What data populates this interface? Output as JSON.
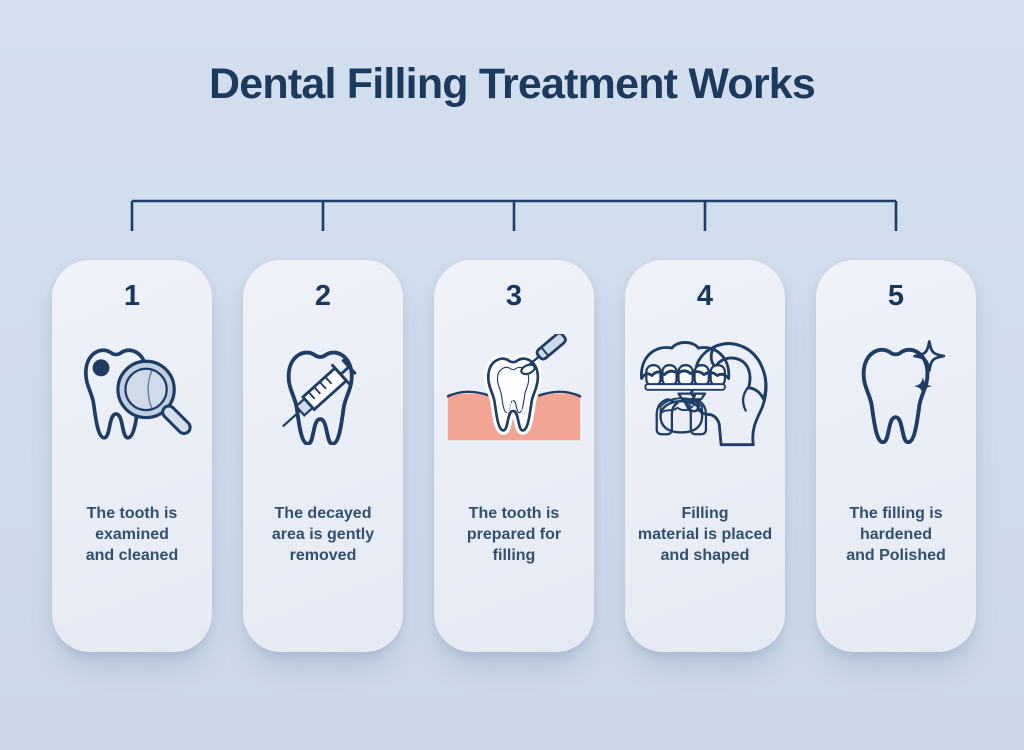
{
  "title": "Dental Filling Treatment Works",
  "steps": [
    {
      "number": "1",
      "icon": "tooth-magnifier-icon",
      "description": "The tooth is\nexamined\nand cleaned"
    },
    {
      "number": "2",
      "icon": "tooth-syringe-icon",
      "description": "The decayed\narea is gently\nremoved"
    },
    {
      "number": "3",
      "icon": "tooth-drill-gum-icon",
      "description": "The tooth is\nprepared for\nfilling"
    },
    {
      "number": "4",
      "icon": "filling-placement-face-icon",
      "description": "Filling\nmaterial is placed\nand shaped"
    },
    {
      "number": "5",
      "icon": "polished-tooth-sparkle-icon",
      "description": "The filling is\nhardened\nand Polished"
    }
  ],
  "colors": {
    "background": "#cfdcec",
    "card": "#eaeef7",
    "outline_navy": "#1e3c64",
    "heading": "#1c3a5e",
    "body_text": "#32506c",
    "gum_salmon": "#f3a595",
    "steel_blue": "#b9c8da",
    "lens_blue": "#cddae7"
  }
}
